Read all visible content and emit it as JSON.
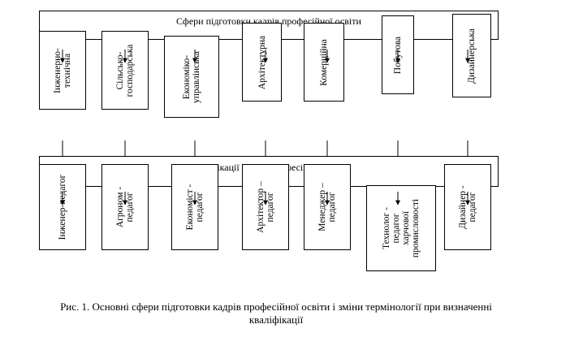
{
  "diagram": {
    "top_band": {
      "title": "Сфери підготовки кадрів професійної освіти"
    },
    "top_boxes": [
      {
        "label": "Інженерно-\nтехнічна"
      },
      {
        "label": "Сільсько-\nгосподарська"
      },
      {
        "label": "Економіко-\nуправлінська"
      },
      {
        "label": "Архітектурна"
      },
      {
        "label": "Комерційна"
      },
      {
        "label": "Побутова"
      },
      {
        "label": "Дизайнерська"
      }
    ],
    "bottom_band": {
      "title": "Кваліфікації кадрів професійної освіти"
    },
    "bottom_boxes": [
      {
        "label": "Інженер-педагог"
      },
      {
        "label": "Агроном -\nпедагог"
      },
      {
        "label": "Економіст -\nпедагог"
      },
      {
        "label": "Архітектор –\nпедагог"
      },
      {
        "label": "Менеджер –\nпедагог"
      },
      {
        "label": "Технолог -\nпедагог\nхарчової\nпромисловості"
      },
      {
        "label": "Дизайнер -\nпедагог"
      }
    ]
  },
  "caption": "Рис. 1. Основні сфери підготовки кадрів професійної освіти і зміни термінології при визначенні кваліфікації"
}
